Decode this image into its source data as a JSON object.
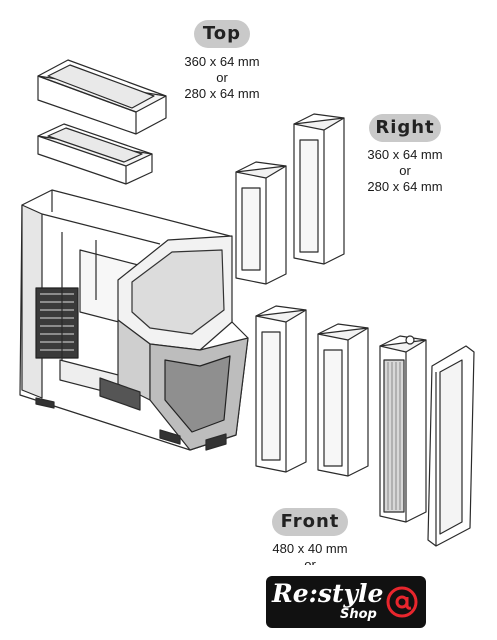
{
  "labels": {
    "top": {
      "title": "Top",
      "line1": "360 x 64 mm",
      "or": "or",
      "line2": "280 x 64 mm"
    },
    "right": {
      "title": "Right",
      "line1": "360 x 64 mm",
      "or": "or",
      "line2": "280 x 64 mm"
    },
    "front": {
      "title": "Front",
      "line1": "480 x 40 mm",
      "or": "or"
    }
  },
  "logo": {
    "brand": "Re:style",
    "shop": "Shop",
    "badge_color": "#e8262d"
  }
}
